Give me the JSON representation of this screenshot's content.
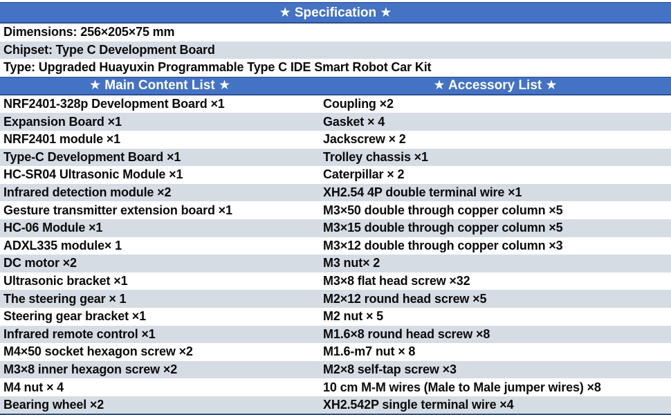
{
  "colors": {
    "header_blue": "#4472C4",
    "header_border_blue": "#2B4D8F",
    "banded_row": "#D6DCE4",
    "text": "#0a0a0a",
    "header_text": "#FFFFFF"
  },
  "spec": {
    "title": "★ Specification ★",
    "rows": [
      "Dimensions: 256×205×75 mm",
      "Chipset: Type C Development Board",
      "Type: Upgraded Huayuxin Programmable Type C IDE Smart Robot Car Kit"
    ]
  },
  "lists": {
    "main_header": "★ Main Content List ★",
    "accessory_header": "★ Accessory List ★",
    "rows": [
      {
        "main": "NRF2401-328p Development Board ×1",
        "accessory": "Coupling ×2"
      },
      {
        "main": "Expansion Board ×1",
        "accessory": "Gasket × 4"
      },
      {
        "main": "NRF2401 module ×1",
        "accessory": "Jackscrew × 2"
      },
      {
        "main": "Type-C Development Board ×1",
        "accessory": "Trolley chassis ×1"
      },
      {
        "main": "HC-SR04 Ultrasonic Module ×1",
        "accessory": "Caterpillar × 2"
      },
      {
        "main": "Infrared detection module ×2",
        "accessory": "XH2.54 4P double terminal wire ×1"
      },
      {
        "main": "Gesture transmitter extension board ×1",
        "accessory": "M3×50 double through copper column ×5"
      },
      {
        "main": "HC-06 Module ×1",
        "accessory": "M3×15 double through copper column ×5"
      },
      {
        "main": "ADXL335 module× 1",
        "accessory": "M3×12 double through copper column ×3"
      },
      {
        "main": "DC motor ×2",
        "accessory": "M3 nut× 2"
      },
      {
        "main": "Ultrasonic bracket ×1",
        "accessory": "M3×8 flat head screw ×32"
      },
      {
        "main": "The steering gear × 1",
        "accessory": "M2×12 round head screw ×5"
      },
      {
        "main": "Steering gear bracket ×1",
        "accessory": "M2 nut × 5"
      },
      {
        "main": "Infrared remote control ×1",
        "accessory": "M1.6×8 round head screw ×8"
      },
      {
        "main": "M4×50 socket hexagon screw ×2",
        "accessory": "M1.6-m7 nut × 8"
      },
      {
        "main": "M3×8 inner hexagon screw ×2",
        "accessory": "M2×8 self-tap screw ×3"
      },
      {
        "main": "M4 nut × 4",
        "accessory": "10 cm M-M wires (Male to Male jumper wires) ×8"
      },
      {
        "main": "Bearing wheel ×2",
        "accessory": "XH2.542P single terminal wire ×4"
      }
    ]
  }
}
